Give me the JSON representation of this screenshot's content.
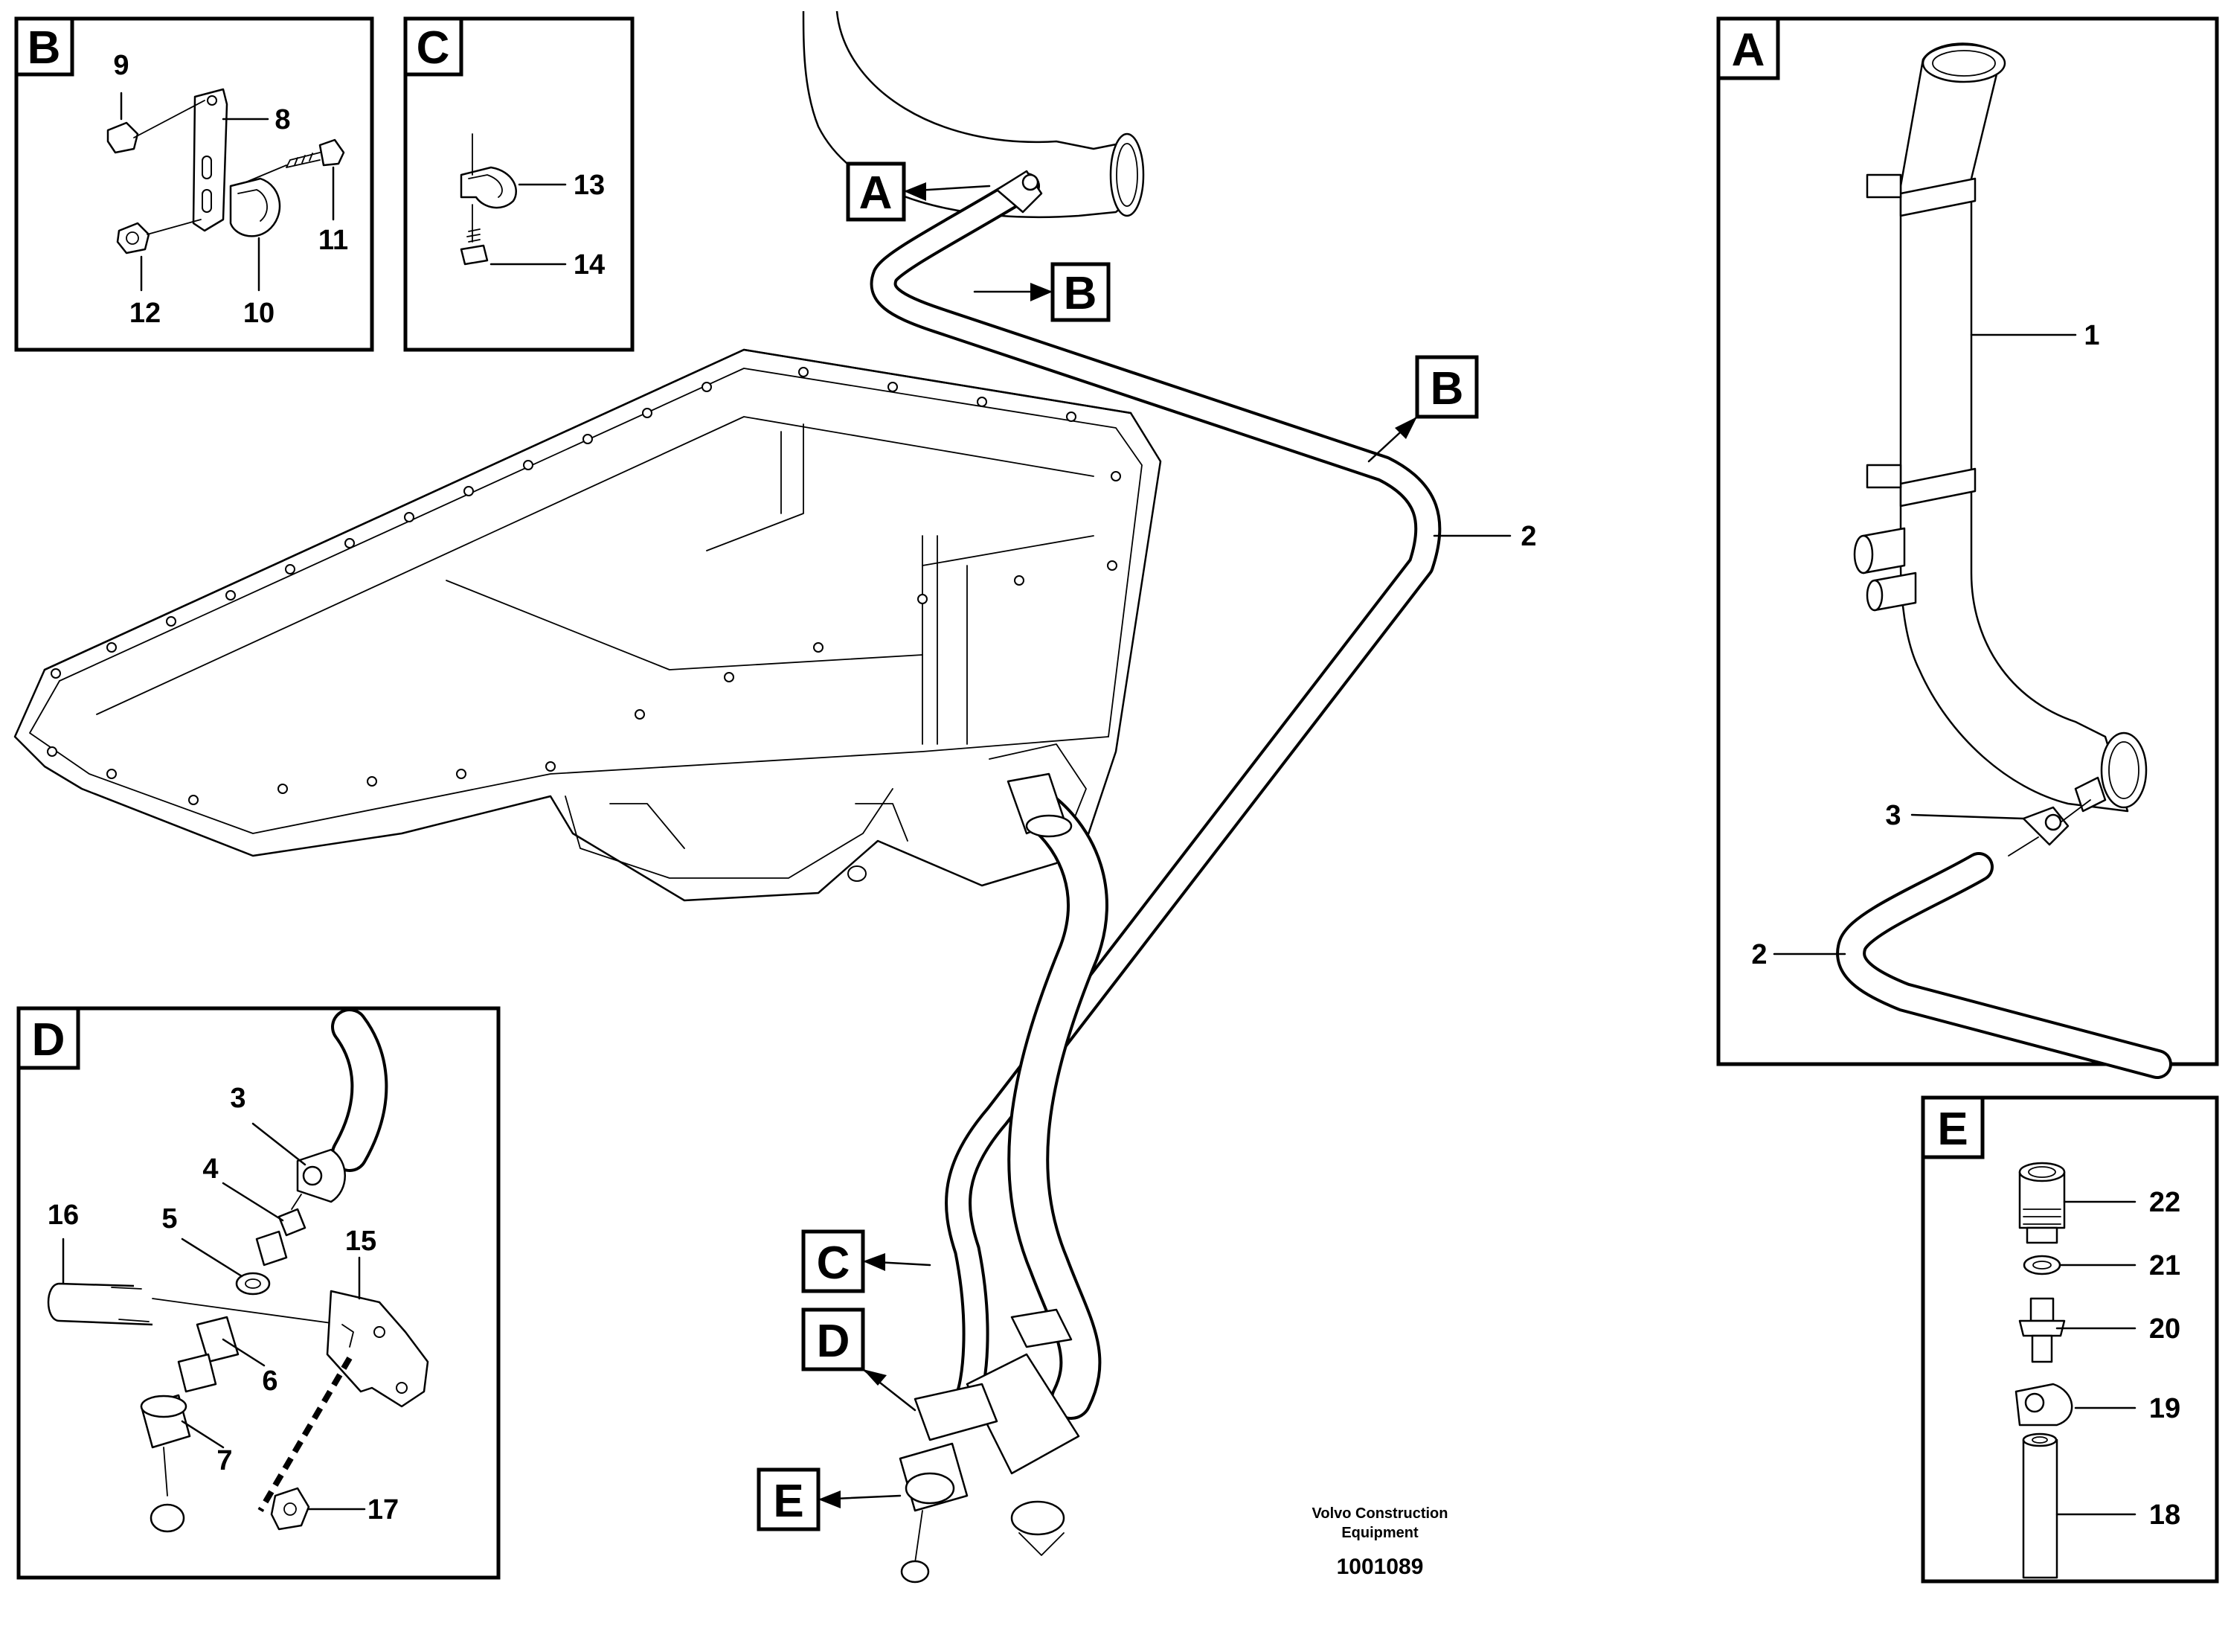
{
  "document": {
    "manufacturer_line1": "Volvo Construction",
    "manufacturer_line2": "Equipment",
    "drawing_number": "1001089"
  },
  "detail_views": {
    "A": {
      "letter": "A",
      "parts": [
        "1",
        "3",
        "2"
      ]
    },
    "B": {
      "letter": "B",
      "parts": [
        "9",
        "8",
        "11",
        "12",
        "10"
      ]
    },
    "C": {
      "letter": "C",
      "parts": [
        "13",
        "14"
      ]
    },
    "D": {
      "letter": "D",
      "parts": [
        "3",
        "4",
        "16",
        "5",
        "15",
        "6",
        "7",
        "17"
      ]
    },
    "E": {
      "letter": "E",
      "parts": [
        "22",
        "21",
        "20",
        "19",
        "18"
      ]
    }
  },
  "main_view": {
    "callouts": [
      "A",
      "B",
      "B",
      "C",
      "D",
      "E"
    ],
    "parts": [
      "2"
    ]
  }
}
